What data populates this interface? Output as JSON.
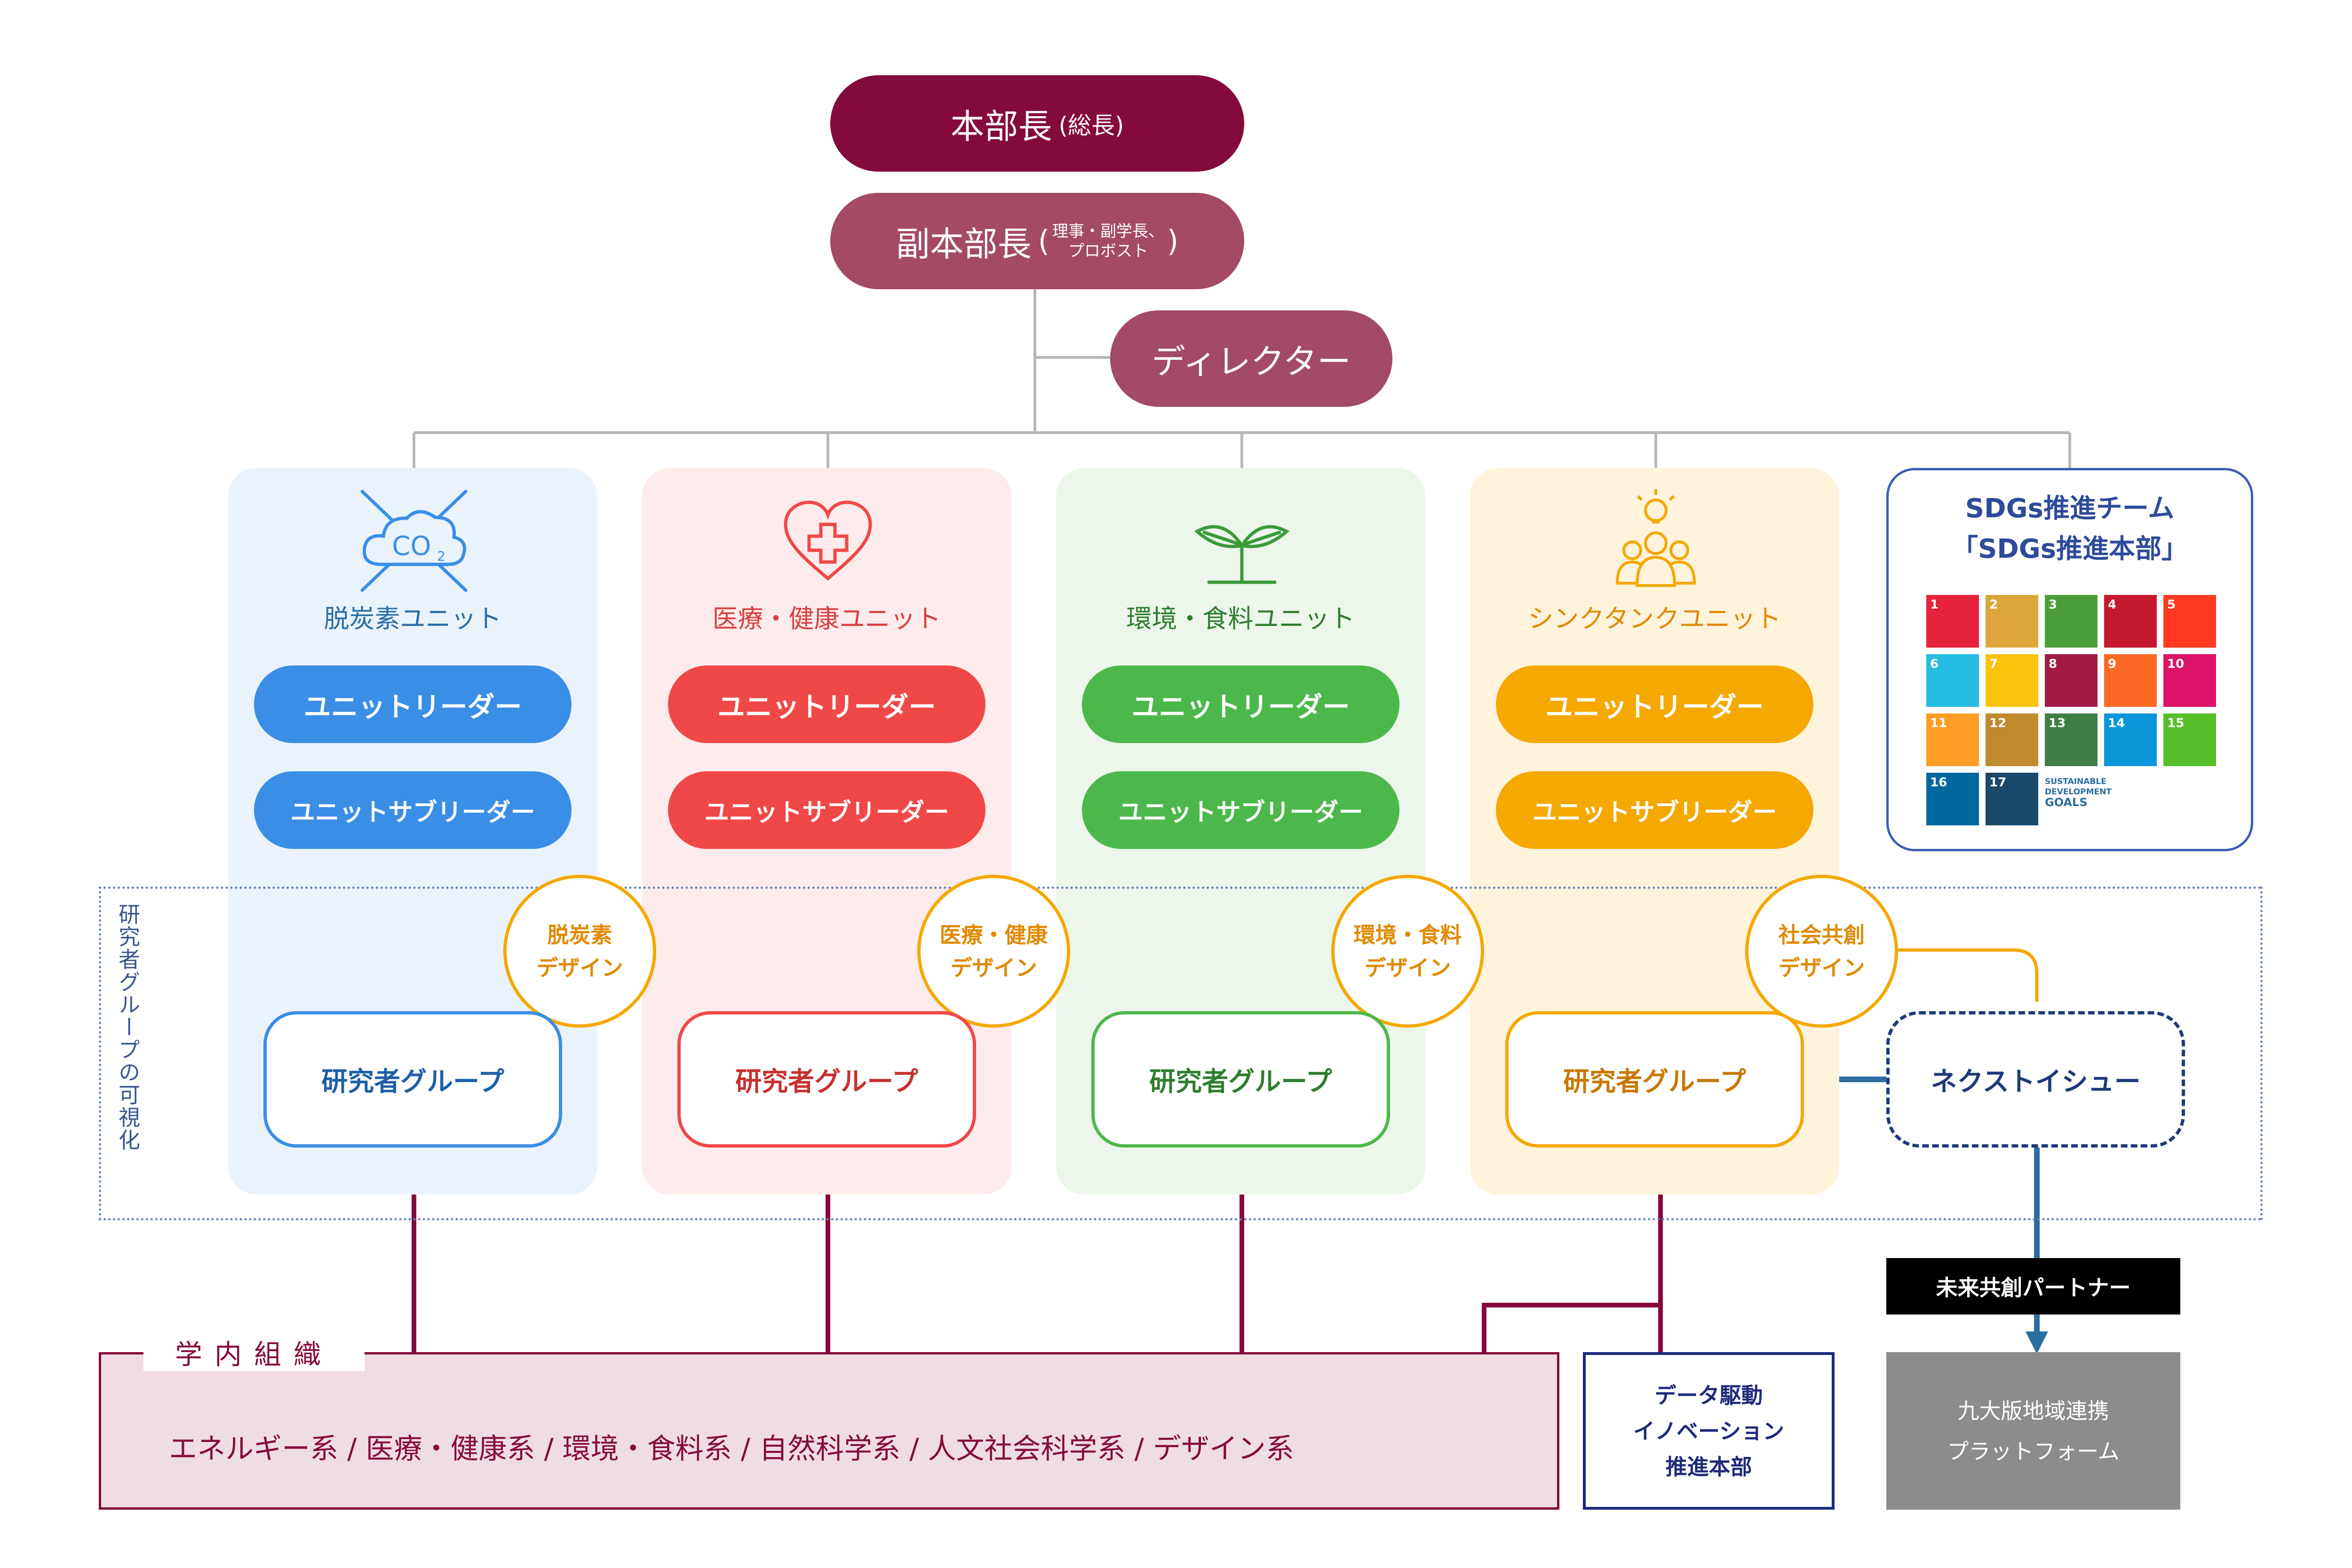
{
  "leadership": {
    "head": "本部長",
    "head_note": "(総長)",
    "deputy": "副本部長",
    "deputy_note_line1": "理事・副学長、",
    "deputy_note_line2": "プロボスト",
    "director": "ディレクター"
  },
  "units": [
    {
      "name": "脱炭素ユニット",
      "leader": "ユニットリーダー",
      "subleader": "ユニットサブリーダー",
      "design_line1": "脱炭素",
      "design_line2": "デザイン",
      "group": "研究者グループ",
      "icon": "co2-icon",
      "color": "#3a8ee6"
    },
    {
      "name": "医療・健康ユニット",
      "leader": "ユニットリーダー",
      "subleader": "ユニットサブリーダー",
      "design_line1": "医療・健康",
      "design_line2": "デザイン",
      "group": "研究者グループ",
      "icon": "heart-cross-icon",
      "color": "#f04848"
    },
    {
      "name": "環境・食料ユニット",
      "leader": "ユニットリーダー",
      "subleader": "ユニットサブリーダー",
      "design_line1": "環境・食料",
      "design_line2": "デザイン",
      "group": "研究者グループ",
      "icon": "sprout-icon",
      "color": "#4cb84c"
    },
    {
      "name": "シンクタンクユニット",
      "leader": "ユニットリーダー",
      "subleader": "ユニットサブリーダー",
      "design_line1": "社会共創",
      "design_line2": "デザイン",
      "group": "研究者グループ",
      "icon": "idea-people-icon",
      "color": "#f5a800"
    }
  ],
  "sdgs": {
    "title_line1": "SDGs推進チーム",
    "title_line2": "「SDGs推進本部」",
    "goals": [
      "1",
      "2",
      "3",
      "4",
      "5",
      "6",
      "7",
      "8",
      "9",
      "10",
      "11",
      "12",
      "13",
      "14",
      "15",
      "16",
      "17"
    ],
    "logo_line1": "SUSTAINABLE",
    "logo_line2": "DEVELOPMENT",
    "logo_line3": "GOALS"
  },
  "visualization_label": "研究者グループの可視化",
  "next_issue": "ネクストイシュー",
  "campus": {
    "label": "学内組織",
    "fields": "エネルギー系 / 医療・健康系 / 環境・食料系 / 自然科学系 / 人文社会科学系 / デザイン系"
  },
  "data_driven": {
    "line1": "データ駆動",
    "line2": "イノベーション",
    "line3": "推進本部"
  },
  "partner_label": "未来共創パートナー",
  "platform": {
    "line1": "九大版地域連携",
    "line2": "プラットフォーム"
  },
  "colors": {
    "maroon": "#850a3c",
    "maroon_light": "#a44a65",
    "director": "#a24a66",
    "orange": "#f5a800",
    "navy": "#1e3a7a",
    "steel": "#2a6da0",
    "gray": "#8c8c8c"
  }
}
